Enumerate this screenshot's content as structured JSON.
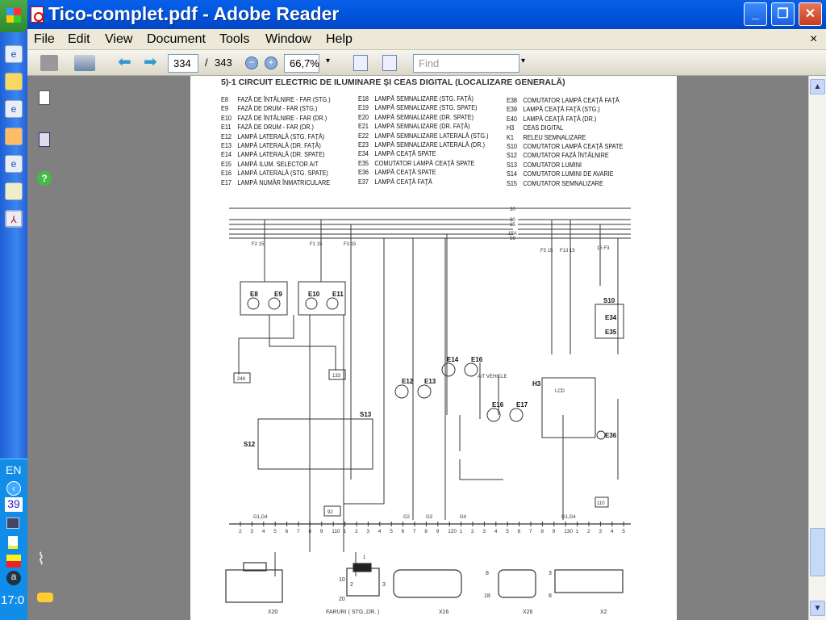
{
  "window": {
    "title": "Tico-complet.pdf - Adobe Reader",
    "minimize": "_",
    "maximize": "❐",
    "close": "✕"
  },
  "menu": [
    "File",
    "Edit",
    "View",
    "Document",
    "Tools",
    "Window",
    "Help"
  ],
  "menu_close": "×",
  "toolbar": {
    "page_current": "334",
    "page_sep": "/",
    "page_total": "343",
    "zoom": "66,7%",
    "find_placeholder": "Find"
  },
  "taskbar": {
    "lang": "EN",
    "badge": "39",
    "clock": "17:0"
  },
  "document": {
    "title": "5)-1 CIRCUIT ELECTRIC DE ILUMINARE ŞI CEAS DIGITAL (LOCALIZARE GENERALĂ)",
    "legend": [
      [
        [
          "E8",
          "FAZĂ DE ÎNTÂLNIRE - FAR (STG.)"
        ],
        [
          "E9",
          "FAZĂ DE DRUM - FAR (STG.)"
        ],
        [
          "E10",
          "FAZĂ DE ÎNTÂLNIRE - FAR (DR.)"
        ],
        [
          "E11",
          "FAZĂ DE DRUM - FAR (DR.)"
        ],
        [
          "E12",
          "LAMPĂ LATERALĂ (STG. FAŢĂ)"
        ],
        [
          "E13",
          "LAMPĂ LATERALĂ (DR. FAŢĂ)"
        ],
        [
          "E14",
          "LAMPĂ LATERALĂ (DR. SPATE)"
        ],
        [
          "E15",
          "LAMPĂ ILUM. SELECTOR A/T"
        ],
        [
          "E16",
          "LAMPĂ LATERALĂ (STG. SPATE)"
        ],
        [
          "E17",
          "LAMPĂ NUMĂR ÎNMATRICULARE"
        ]
      ],
      [
        [
          "E18",
          "LAMPĂ SEMNALIZARE (STG. FAŢĂ)"
        ],
        [
          "E19",
          "LAMPĂ SEMNALIZARE (STG. SPATE)"
        ],
        [
          "E20",
          "LAMPĂ SEMNALIZARE (DR. SPATE)"
        ],
        [
          "E21",
          "LAMPĂ SEMNALIZARE (DR. FAŢĂ)"
        ],
        [
          "E22",
          "LAMPĂ SEMNALIZARE LATERALĂ (STG.)"
        ],
        [
          "E23",
          "LAMPĂ SEMNALIZARE LATERALĂ (DR.)"
        ],
        [
          "E34",
          "LAMPĂ CEAŢĂ SPATE"
        ],
        [
          "E35",
          "COMUTATOR LAMPĂ CEAŢĂ SPATE"
        ],
        [
          "E36",
          "LAMPĂ CEAŢĂ SPATE"
        ],
        [
          "E37",
          "LAMPĂ CEAŢĂ FAŢĂ"
        ]
      ],
      [
        [
          "E38",
          "COMUTATOR LAMPĂ CEAŢĂ FAŢĂ"
        ],
        [
          "E39",
          "LAMPĂ CEAŢĂ FAŢĂ (STG.)"
        ],
        [
          "E40",
          "LAMPĂ CEAŢĂ FAŢĂ (DR.)"
        ],
        [
          "H3",
          "CEAS DIGITAL"
        ],
        [
          "K1",
          "RELEU SEMNALIZARE"
        ],
        [
          "S10",
          "COMUTATOR LAMPĂ CEAŢĂ SPATE"
        ],
        [
          "S12",
          "COMUTATOR FAZĂ ÎNTÂLNIRE"
        ],
        [
          "S13",
          "COMUTATOR LUMINI"
        ],
        [
          "S14",
          "COMUTATOR LUMINI DE AVARIE"
        ],
        [
          "S15",
          "COMUTATOR SEMNALIZARE"
        ]
      ]
    ],
    "bus_labels": [
      "30",
      "30",
      "15",
      "15A",
      "56"
    ],
    "components": {
      "E8": "E8",
      "E9": "E9",
      "E10": "E10",
      "E11": "E11",
      "E12": "E12",
      "E13": "E13",
      "E14": "E14",
      "E16a": "E16",
      "E16b": "E16",
      "E17": "E17",
      "H3": "H3",
      "S10": "S10",
      "S12": "S12",
      "S13": "S13",
      "E34": "E34",
      "E35": "E35",
      "E36": "E36",
      "b244": "244",
      "b133": "133",
      "b92": "92",
      "b110": "110",
      "atv": "A/T VEHICLE",
      "lcd": "LCD"
    },
    "fuses": [
      "F2 15",
      "F1 15",
      "F3 15",
      "F3 15",
      "F13 15",
      "15 F3"
    ],
    "grounds": [
      "G1,G4",
      "G2",
      "G3",
      "G4",
      "G1,G4"
    ],
    "ruler": [
      "2",
      "3",
      "4",
      "5",
      "6",
      "7",
      "8",
      "9",
      "110",
      "1",
      "2",
      "3",
      "4",
      "5",
      "6",
      "7",
      "8",
      "9",
      "120",
      "1",
      "2",
      "3",
      "4",
      "5",
      "6",
      "7",
      "8",
      "9",
      "130",
      "1",
      "2",
      "3",
      "4",
      "5"
    ],
    "connectors": [
      {
        "name": "X20",
        "pins": [
          "10",
          "20"
        ]
      },
      {
        "name": "FARURI ( STG.,DR. )",
        "pins": [
          "1",
          "2",
          "3"
        ]
      },
      {
        "name": "X16",
        "pins": []
      },
      {
        "name": "X26",
        "pins": [
          "8",
          "18"
        ]
      },
      {
        "name": "X2",
        "pins": [
          "3",
          "8"
        ]
      }
    ]
  }
}
